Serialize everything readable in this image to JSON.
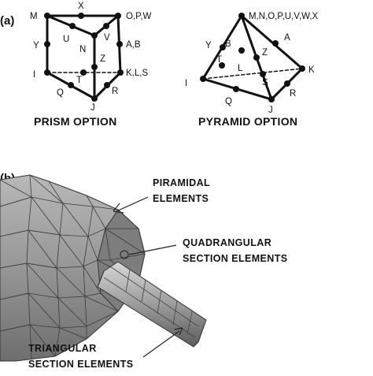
{
  "panel_a": {
    "letter": "(a)",
    "prism": {
      "caption": "PRISM OPTION",
      "labels": {
        "M": "M",
        "X": "X",
        "OPW": "O,P,W",
        "Y": "Y",
        "U": "U",
        "N": "N",
        "V": "V",
        "AB": "A,B",
        "Z": "Z",
        "I": "I",
        "T": "T",
        "KLS": "K,L,S",
        "Q": "Q",
        "R": "R",
        "J": "J"
      }
    },
    "pyramid": {
      "caption": "PYRAMID OPTION",
      "labels": {
        "apex": "M,N,O,P,U,V,W,X",
        "Y": "Y",
        "B": "B",
        "A": "A",
        "Z": "Z",
        "T": "T",
        "L": "L",
        "I": "I",
        "S": "S",
        "K": "K",
        "Q": "Q",
        "R": "R",
        "J": "J"
      }
    }
  },
  "panel_b": {
    "letter": "(b)",
    "callouts": {
      "piramidal": [
        "PIRAMIDAL",
        "ELEMENTS"
      ],
      "quadrangular": [
        "QUADRANGULAR",
        "SECTION ELEMENTS"
      ],
      "triangular": [
        "TRIANGULAR",
        "SECTION ELEMENTS"
      ]
    }
  }
}
